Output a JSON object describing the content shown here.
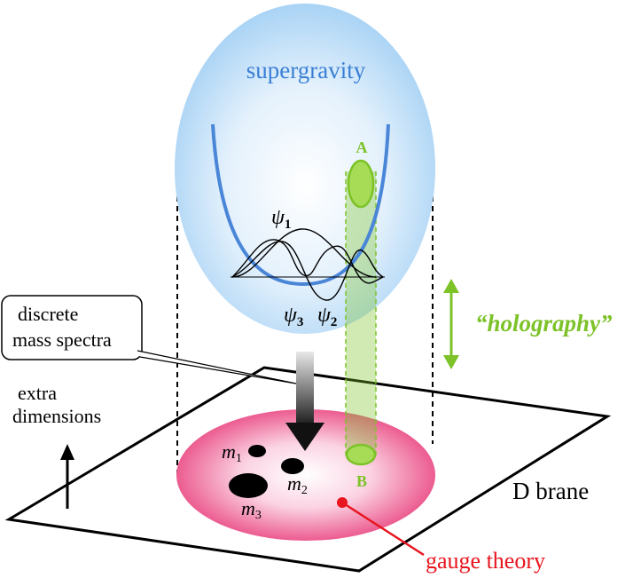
{
  "labels": {
    "supergravity": "supergravity",
    "psi1": "ψ",
    "psi1_sub": "1",
    "psi2": "ψ",
    "psi2_sub": "2",
    "psi3": "ψ",
    "psi3_sub": "3",
    "point_a": "A",
    "point_b": "B",
    "holography": "“holography”",
    "callout_line1": "discrete",
    "callout_line2": "mass spectra",
    "extra_line1": "extra",
    "extra_line2": "dimensions",
    "m1": "m",
    "m1_sub": "1",
    "m2": "m",
    "m2_sub": "2",
    "m3": "m",
    "m3_sub": "3",
    "dbrane": "D brane",
    "gauge_theory": "gauge theory"
  },
  "colors": {
    "supergravity_text": "#3a7fd5",
    "potential_curve": "#4a86d8",
    "holography_green": "#7cc228",
    "gauge_red": "#e8141e",
    "ellipse_pink": "#ee4e8c",
    "bubble_blue": "#b8dcf8"
  }
}
